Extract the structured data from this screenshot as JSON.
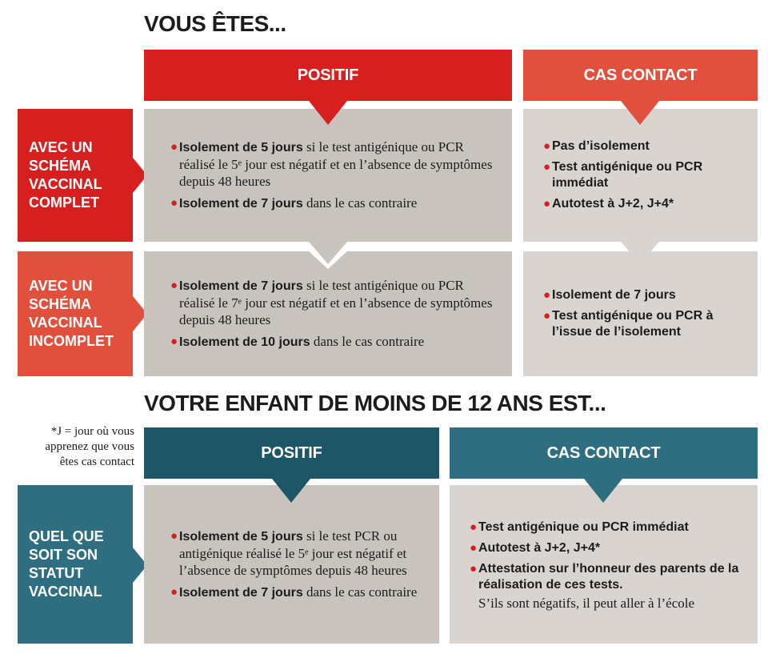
{
  "top": {
    "title": "VOUS ÊTES...",
    "col_positif": "POSITIF",
    "col_contact": "CAS CONTACT",
    "rows": [
      {
        "label": "AVEC UN\nSCHÉMA\nVACCINAL\nCOMPLET",
        "positif": [
          {
            "bold": "Isolement de 5 jours",
            "text": " si le test antigénique ou PCR réalisé le 5ᵉ jour est négatif et en l’absence de symptômes depuis 48 heures"
          },
          {
            "bold": "Isolement de 7 jours",
            "text": " dans le cas contraire"
          }
        ],
        "contact": [
          "Pas d’isolement",
          "Test antigénique ou PCR immédiat",
          "Autotest à J+2, J+4*"
        ]
      },
      {
        "label": "AVEC UN\nSCHÉMA\nVACCINAL\nINCOMPLET",
        "positif": [
          {
            "bold": "Isolement de 7 jours",
            "text": " si le test antigénique ou PCR réalisé le 7ᵉ jour est négatif et en l’absence de symptômes depuis 48 heures"
          },
          {
            "bold": "Isolement de 10 jours",
            "text": " dans le cas contraire"
          }
        ],
        "contact": [
          "Isolement de 7 jours",
          "Test antigénique ou PCR à l’issue de l’isolement"
        ]
      }
    ]
  },
  "bottom": {
    "title": "VOTRE ENFANT DE MOINS DE 12 ANS EST...",
    "footnote": "*J = jour où vous\napprenez que vous\nêtes cas contact",
    "col_positif": "POSITIF",
    "col_contact": "CAS CONTACT",
    "row": {
      "label": "QUEL QUE\nSOIT SON\nSTATUT\nVACCINAL",
      "positif": [
        {
          "bold": "Isolement de 5 jours",
          "text": " si le test PCR ou antigénique réalisé le 5ᵉ jour est négatif et l’absence de symptômes depuis 48 heures"
        },
        {
          "bold": "Isolement de 7 jours",
          "text": " dans le cas contraire"
        }
      ],
      "contact": [
        "Test antigénique ou PCR immédiat",
        "Autotest à J+2, J+4*",
        "Attestation sur l’honneur des parents de la réalisation de ces tests."
      ],
      "contact_note": "S’ils sont négatifs, il peut aller à l’école"
    }
  },
  "colors": {
    "red": "#d6201f",
    "red_light": "#e0503c",
    "teal_dark": "#1d5667",
    "teal": "#2f6e80",
    "sand": "#c9c3bd",
    "light_sand": "#d9d4cf"
  }
}
